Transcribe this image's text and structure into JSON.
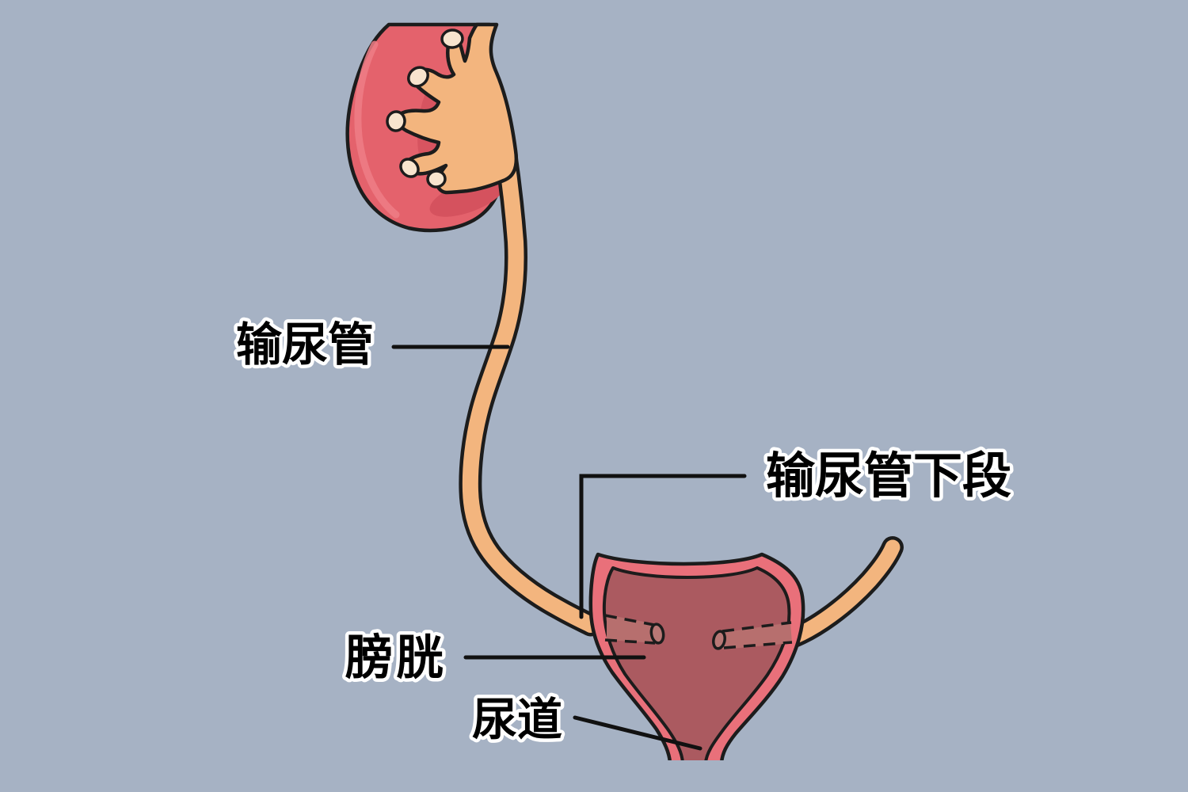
{
  "figure": {
    "type": "anatomical-diagram",
    "subject": "urinary-system",
    "labels": {
      "ureter": "输尿管",
      "ureter_lower_segment": "输尿管下段",
      "bladder": "膀胱",
      "urethra": "尿道"
    },
    "colors": {
      "background": "#a6b2c4",
      "outline": "#1c1c1c",
      "leader": "#111111",
      "kidney": "#e4626c",
      "kidney_shade": "#d5525e",
      "kidney_highlight": "#ee7e86",
      "pelvis_ureter": "#f3b57e",
      "papilla": "#f7e4ce",
      "bladder_wall": "#e9707a",
      "bladder_interior": "#ab5a60",
      "ureter_ghost": "#b76f6e",
      "ghost_opening": "#b97876",
      "label_text": "#000000",
      "label_halo": "#ffffff"
    }
  }
}
